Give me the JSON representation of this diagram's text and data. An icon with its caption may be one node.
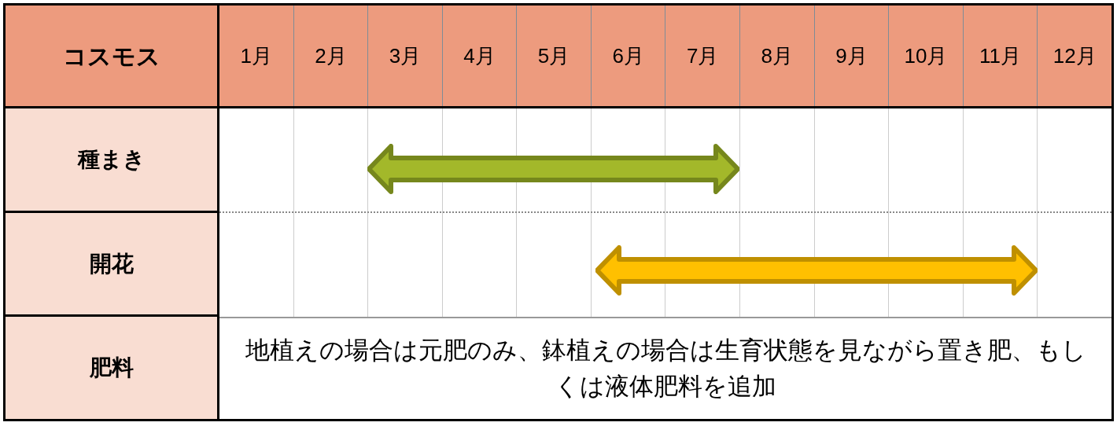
{
  "diagram": {
    "nodes": [
      {
        "text": [],
        "shape": "arrow"
      },
      {
        "text": [],
        "shape": "arrow"
      }
    ],
    "labels": [
      "コスモス",
      "1月",
      "2月",
      "3月",
      "4月",
      "5月",
      "6月",
      "7月",
      "8月",
      "9月",
      "10月",
      "11月",
      "12月",
      "種まき",
      "開花",
      "肥料",
      "地植えの場合は元肥のみ、鉢植えの場合は生育状態を見ながら置き肥、もしくは液体肥料を追加"
    ]
  }
}
